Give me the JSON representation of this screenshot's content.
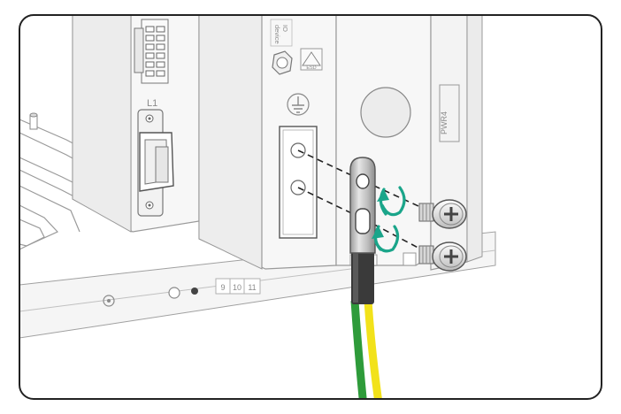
{
  "labels": {
    "port_label": "L1",
    "io_label_line1": "IO",
    "io_label_line2": "device",
    "esd_label": "ESD",
    "module_label": "PWR4",
    "slot_numbers": [
      "9",
      "10",
      "11"
    ]
  },
  "colors": {
    "frame_border": "#222222",
    "equipment_fill": "#f7f7f7",
    "outline": "#9a9a9a",
    "dark_detail": "#555555",
    "rotation_arrow": "#1aa58a",
    "wire_green": "#2e9b3a",
    "wire_yellow": "#f2e21a",
    "cable_sleeve": "#3a3a3a",
    "lug_metal": "#c8c8c8"
  },
  "icons": [
    "ground-symbol-icon",
    "esd-warning-icon",
    "phillips-screw-icon",
    "rotation-arrow-icon"
  ]
}
